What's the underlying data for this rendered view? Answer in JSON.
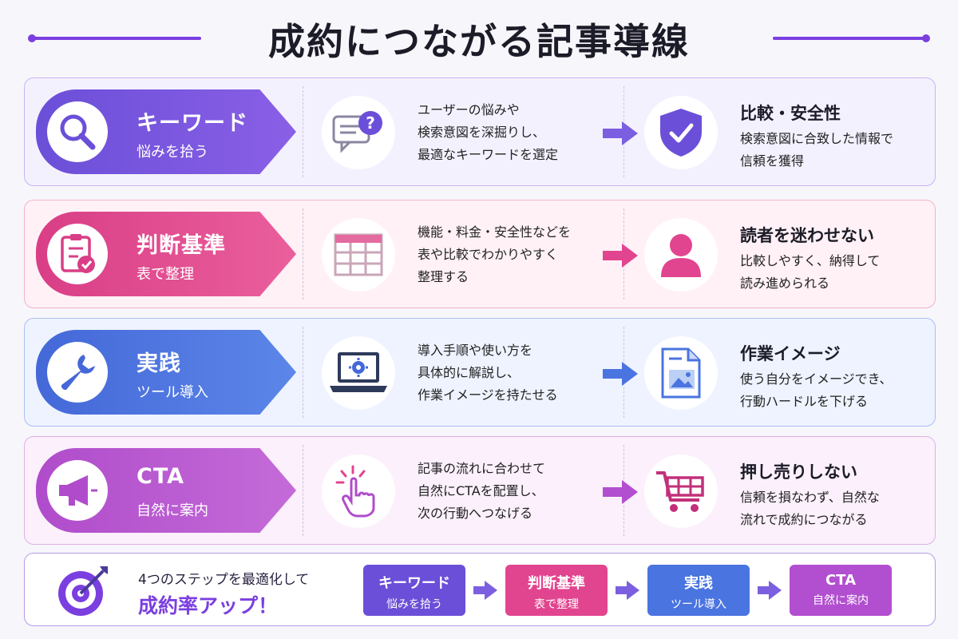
{
  "title": "成約につながる記事導線",
  "colors": {
    "purple": "#7b4fe0",
    "pink": "#e2458f",
    "blue": "#4a74e0",
    "violet": "#b24fd0",
    "accent": "#7b3fe0"
  },
  "rows": [
    {
      "label": "キーワード",
      "sub": "悩みを拾う",
      "left_icon": "magnifier-icon",
      "mid_icon": "question-bubble-icon",
      "right_icon": "shield-check-icon",
      "desc": "ユーザーの悩みや\n検索意図を深掘りし、\n最適なキーワードを選定",
      "result_title": "比較・安全性",
      "result_desc": "検索意図に合致した情報で\n信頼を獲得"
    },
    {
      "label": "判断基準",
      "sub": "表で整理",
      "left_icon": "checklist-clipboard-icon",
      "mid_icon": "table-grid-icon",
      "right_icon": "user-icon",
      "desc": "機能・料金・安全性などを\n表や比較でわかりやすく\n整理する",
      "result_title": "読者を迷わせない",
      "result_desc": "比較しやすく、納得して\n読み進められる"
    },
    {
      "label": "実践",
      "sub": "ツール導入",
      "left_icon": "wrench-icon",
      "mid_icon": "laptop-gear-icon",
      "right_icon": "document-image-icon",
      "desc": "導入手順や使い方を\n具体的に解説し、\n作業イメージを持たせる",
      "result_title": "作業イメージ",
      "result_desc": "使う自分をイメージでき、\n行動ハードルを下げる"
    },
    {
      "label": "CTA",
      "sub": "自然に案内",
      "left_icon": "megaphone-icon",
      "mid_icon": "hand-click-icon",
      "right_icon": "shopping-cart-icon",
      "desc": "記事の流れに合わせて\n自然にCTAを配置し、\n次の行動へつなげる",
      "result_title": "押し売りしない",
      "result_desc": "信頼を損なわず、自然な\n流れで成約につながる"
    }
  ],
  "summary": {
    "icon": "target-arrow-icon",
    "line1": "4つのステップを最適化して",
    "line2": "成約率アップ！",
    "chips": [
      {
        "label": "キーワード",
        "sub": "悩みを拾う"
      },
      {
        "label": "判断基準",
        "sub": "表で整理"
      },
      {
        "label": "実践",
        "sub": "ツール導入"
      },
      {
        "label": "CTA",
        "sub": "自然に案内"
      }
    ]
  }
}
